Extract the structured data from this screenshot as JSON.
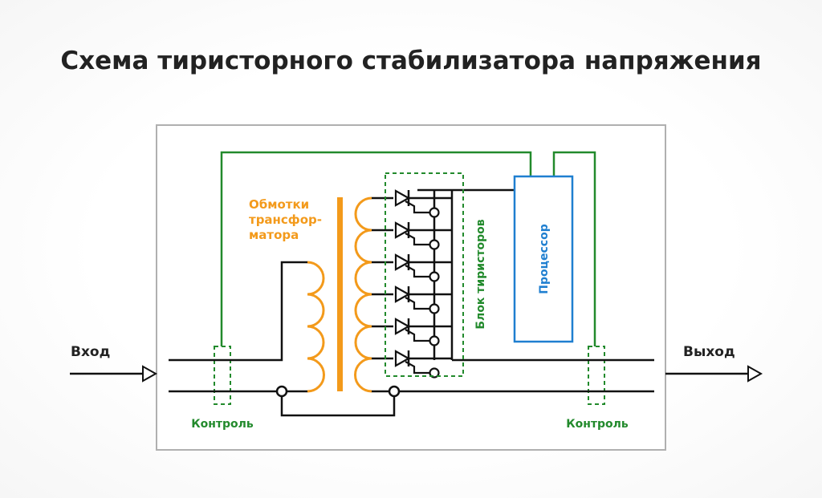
{
  "title": "Схема тиристорного стабилизатора напряжения",
  "labels": {
    "input": "Вход",
    "output": "Выход",
    "control_left": "Контроль",
    "control_right": "Контроль",
    "windings_line1": "Обмотки",
    "windings_line2": "трансфор-",
    "windings_line3": "матора",
    "thyristor_block": "Блок тиристоров",
    "processor": "Процессор"
  },
  "colors": {
    "wire": "#111111",
    "control": "#228a2c",
    "transformer": "#f39a1b",
    "processor": "#1f7fd0",
    "frame": "#b0b0b0"
  },
  "thyristor_count": 6
}
